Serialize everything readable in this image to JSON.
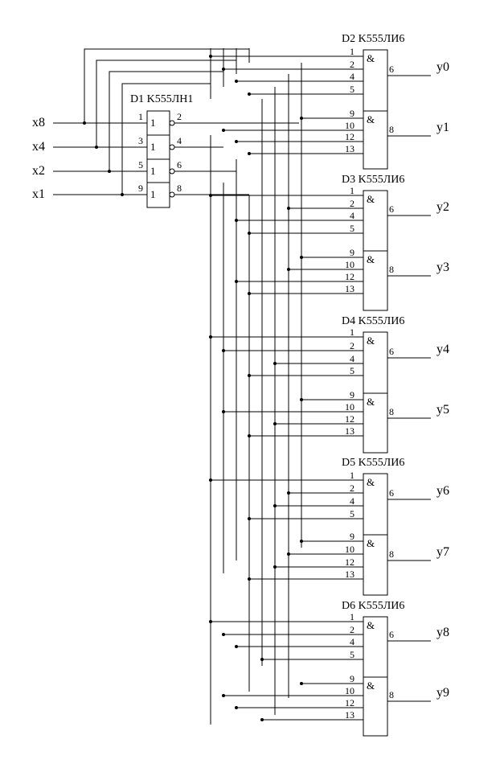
{
  "diagram": {
    "inputs": [
      "x8",
      "x4",
      "x2",
      "x1"
    ],
    "inverter": {
      "title": "D1 K555ЛН1",
      "gates": [
        {
          "in_pin": "1",
          "symbol": "1",
          "out_pin": "2"
        },
        {
          "in_pin": "3",
          "symbol": "1",
          "out_pin": "4"
        },
        {
          "in_pin": "5",
          "symbol": "1",
          "out_pin": "6"
        },
        {
          "in_pin": "9",
          "symbol": "1",
          "out_pin": "8"
        }
      ]
    },
    "and_chips": [
      {
        "title": "D2 K555ЛИ6",
        "gates": [
          {
            "symbol": "&",
            "pins": [
              "1",
              "2",
              "4",
              "5"
            ],
            "out_pin": "6",
            "output": "y0"
          },
          {
            "symbol": "&",
            "pins": [
              "9",
              "10",
              "12",
              "13"
            ],
            "out_pin": "8",
            "output": "y1"
          }
        ]
      },
      {
        "title": "D3 K555ЛИ6",
        "gates": [
          {
            "symbol": "&",
            "pins": [
              "1",
              "2",
              "4",
              "5"
            ],
            "out_pin": "6",
            "output": "y2"
          },
          {
            "symbol": "&",
            "pins": [
              "9",
              "10",
              "12",
              "13"
            ],
            "out_pin": "8",
            "output": "y3"
          }
        ]
      },
      {
        "title": "D4 K555ЛИ6",
        "gates": [
          {
            "symbol": "&",
            "pins": [
              "1",
              "2",
              "4",
              "5"
            ],
            "out_pin": "6",
            "output": "y4"
          },
          {
            "symbol": "&",
            "pins": [
              "9",
              "10",
              "12",
              "13"
            ],
            "out_pin": "8",
            "output": "y5"
          }
        ]
      },
      {
        "title": "D5 K555ЛИ6",
        "gates": [
          {
            "symbol": "&",
            "pins": [
              "1",
              "2",
              "4",
              "5"
            ],
            "out_pin": "6",
            "output": "y6"
          },
          {
            "symbol": "&",
            "pins": [
              "9",
              "10",
              "12",
              "13"
            ],
            "out_pin": "8",
            "output": "y7"
          }
        ]
      },
      {
        "title": "D6 K555ЛИ6",
        "gates": [
          {
            "symbol": "&",
            "pins": [
              "1",
              "2",
              "4",
              "5"
            ],
            "out_pin": "6",
            "output": "y8"
          },
          {
            "symbol": "&",
            "pins": [
              "9",
              "10",
              "12",
              "13"
            ],
            "out_pin": "8",
            "output": "y9"
          }
        ]
      }
    ]
  }
}
